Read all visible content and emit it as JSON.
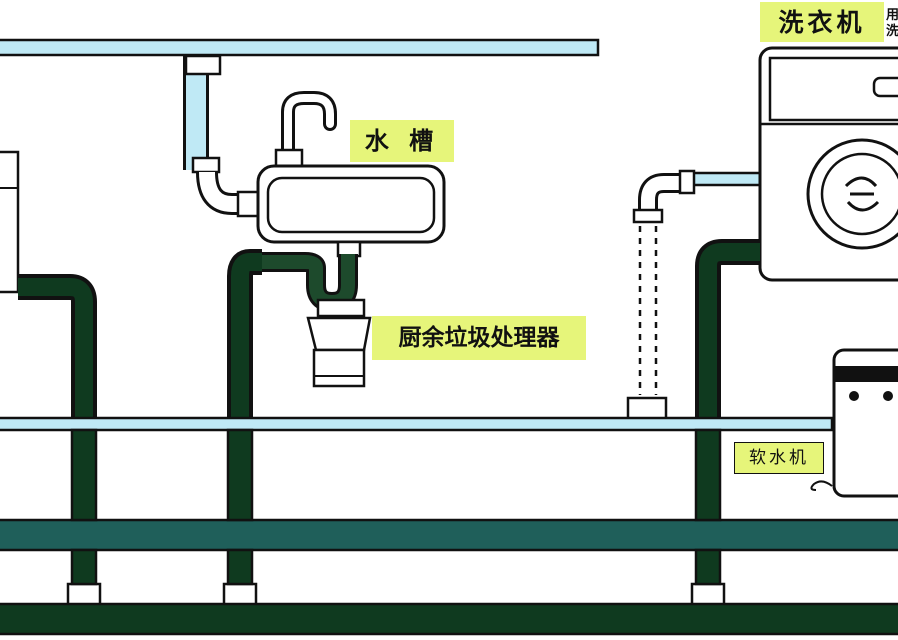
{
  "labels": {
    "sink": "水 槽",
    "disposer": "厨余垃圾处理器",
    "washer": "洗衣机",
    "softener": "软水机",
    "edge_note_line1": "用",
    "edge_note_line2": "洗"
  },
  "colors": {
    "label_bg": "#e6f57a",
    "water_pipe": "#bfe9f5",
    "drain_pipe": "#0f3a1f",
    "main_drain": "#1f5f5a",
    "outline": "#111111"
  }
}
